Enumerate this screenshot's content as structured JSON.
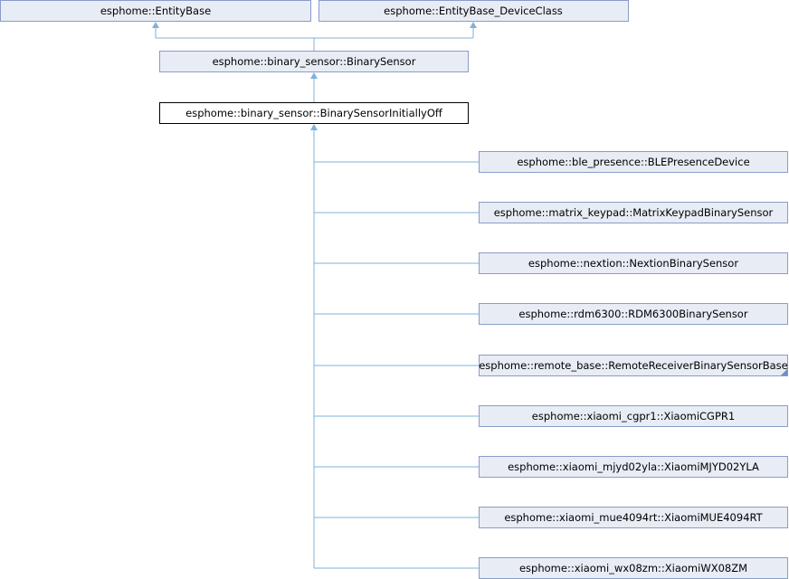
{
  "diagram": {
    "type": "class-inheritance",
    "nodes": {
      "entity_base": "esphome::EntityBase",
      "entity_base_device_class": "esphome::EntityBase_DeviceClass",
      "binary_sensor": "esphome::binary_sensor::BinarySensor",
      "initially_off": "esphome::binary_sensor::BinarySensorInitiallyOff",
      "children": [
        "esphome::ble_presence::BLEPresenceDevice",
        "esphome::matrix_keypad::MatrixKeypadBinarySensor",
        "esphome::nextion::NextionBinarySensor",
        "esphome::rdm6300::RDM6300BinarySensor",
        "esphome::remote_base::RemoteReceiverBinarySensorBase",
        "esphome::xiaomi_cgpr1::XiaomiCGPR1",
        "esphome::xiaomi_mjyd02yla::XiaomiMJYD02YLA",
        "esphome::xiaomi_mue4094rt::XiaomiMUE4094RT",
        "esphome::xiaomi_wx08zm::XiaomiWX08ZM"
      ]
    },
    "colors": {
      "node_fill": "#e8ecf5",
      "node_border": "#8a9ccb",
      "current_border": "#000000",
      "edge": "#7fb2d8"
    }
  }
}
